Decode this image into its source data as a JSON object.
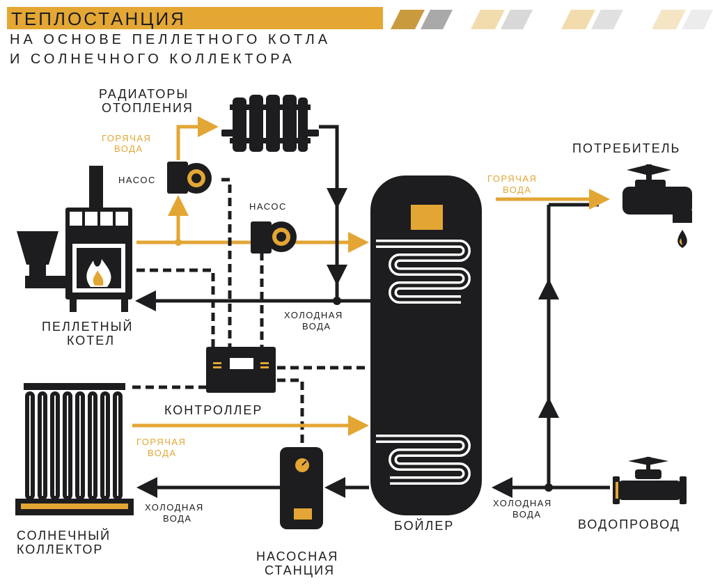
{
  "header": {
    "title": "ТЕПЛОСТАНЦИЯ",
    "subtitle_line1": "НА ОСНОВЕ ПЕЛЛЕТНОГО КОТЛА",
    "subtitle_line2": "И СОЛНЕЧНОГО КОЛЛЕКТОРА"
  },
  "nodes": {
    "radiators_line1": "РАДИАТОРЫ",
    "radiators_line2": "ОТОПЛЕНИЯ",
    "pump1": "НАСОС",
    "pump2": "НАСОС",
    "boiler_pellet_line1": "ПЕЛЛЕТНЫЙ",
    "boiler_pellet_line2": "КОТЕЛ",
    "controller": "КОНТРОЛЛЕР",
    "solar_line1": "СОЛНЕЧНЫЙ",
    "solar_line2": "КОЛЛЕКТОР",
    "pump_station_line1": "НАСОСНАЯ",
    "pump_station_line2": "СТАНЦИЯ",
    "tank": "БОЙЛЕР",
    "consumer": "ПОТРЕБИТЕЛЬ",
    "water_main": "ВОДОПРОВОД"
  },
  "flows": {
    "hot_water_line1": "ГОРЯЧАЯ",
    "hot_water_line2": "ВОДА",
    "cold_water_line1": "ХОЛОДНАЯ",
    "cold_water_line2": "ВОДА"
  },
  "colors": {
    "accent": "#e3a634",
    "dark": "#1d1d1f",
    "stripes": "#f2dcae"
  }
}
